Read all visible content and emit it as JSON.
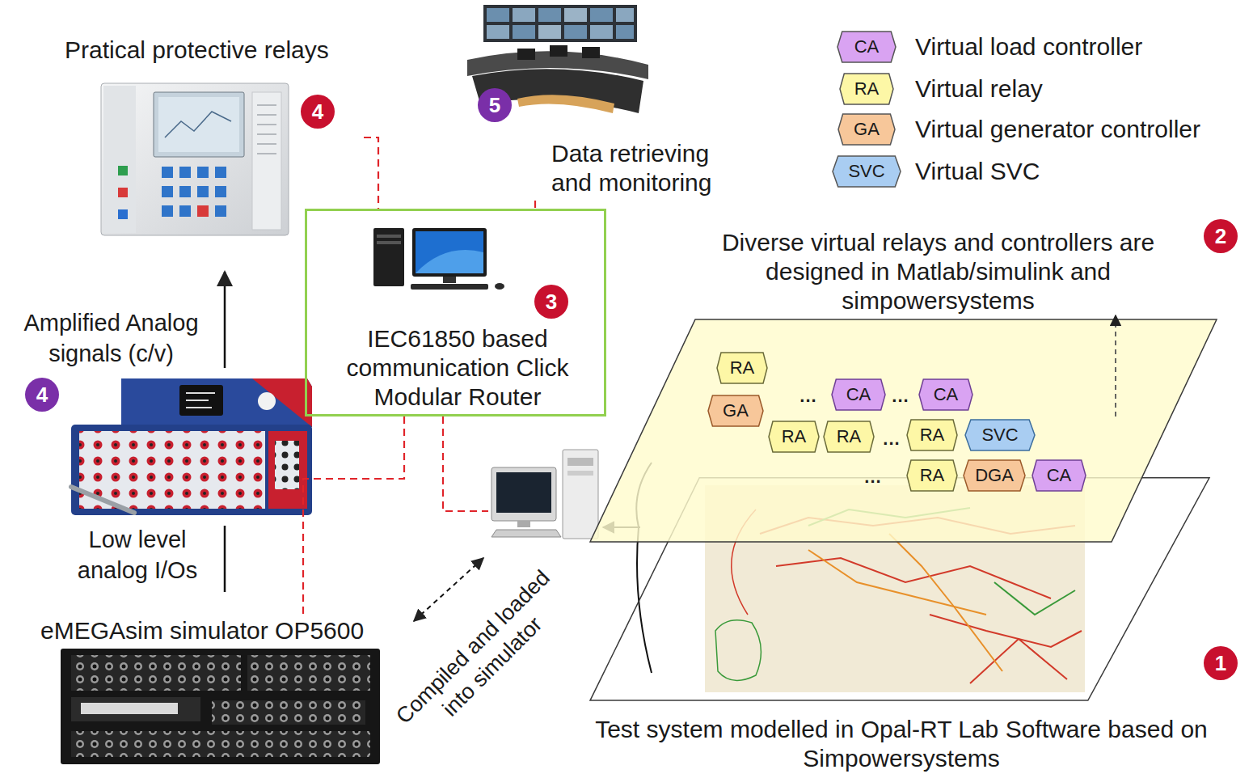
{
  "diagram": {
    "nodes": [
      {
        "text": [
          "Pratical protective relays"
        ]
      },
      {
        "text": [
          "Data retrieving and monitoring"
        ]
      },
      {
        "text": [
          "IEC61850 based communication Click Modular Router"
        ]
      },
      {
        "text": [
          "Diverse virtual relays and controllers are designed in Matlab/simulink and simpowersystems"
        ]
      },
      {
        "text": [
          "RA"
        ],
        "in": 3
      },
      {
        "text": [
          "GA"
        ],
        "in": 3
      },
      {
        "text": [
          "CA"
        ],
        "in": 3
      },
      {
        "text": [
          "CA"
        ],
        "in": 3
      },
      {
        "text": [
          "RA"
        ],
        "in": 3
      },
      {
        "text": [
          "RA"
        ],
        "in": 3
      },
      {
        "text": [
          "RA"
        ],
        "in": 3
      },
      {
        "text": [
          "SVC"
        ],
        "in": 3
      },
      {
        "text": [
          "RA"
        ],
        "in": 3
      },
      {
        "text": [
          "DGA"
        ],
        "in": 3
      },
      {
        "text": [
          "CA"
        ],
        "in": 3
      },
      {
        "text": [
          "Test system modelled in Opal-RT Lab Software based on Simpowersystems"
        ]
      },
      {
        "text": [
          "eMEGAsim simulator OP5600"
        ]
      }
    ],
    "edges": [
      {
        "from": 0,
        "to": 2,
        "arrow": "none"
      },
      {
        "from": 1,
        "to": 2,
        "arrow": "none"
      },
      {
        "from": 2,
        "to": 16,
        "arrow": "none"
      }
    ],
    "labels": [
      "4",
      "5",
      "3",
      "2",
      "1",
      "Amplified Analog signals (c/v)",
      "4",
      "Low level analog I/Os",
      "Compiled and loaded into simulator",
      "...",
      "...",
      "...",
      "...",
      "CA",
      "RA",
      "GA",
      "SVC"
    ],
    "legend": [
      {
        "text": "Virtual load controller",
        "color": "#d9a3f2"
      },
      {
        "text": "Virtual relay",
        "color": "#fdf7a6"
      },
      {
        "text": "Virtual generator controller",
        "color": "#f7c79a"
      },
      {
        "text": "Virtual SVC",
        "color": "#a9cdf2"
      }
    ]
  }
}
